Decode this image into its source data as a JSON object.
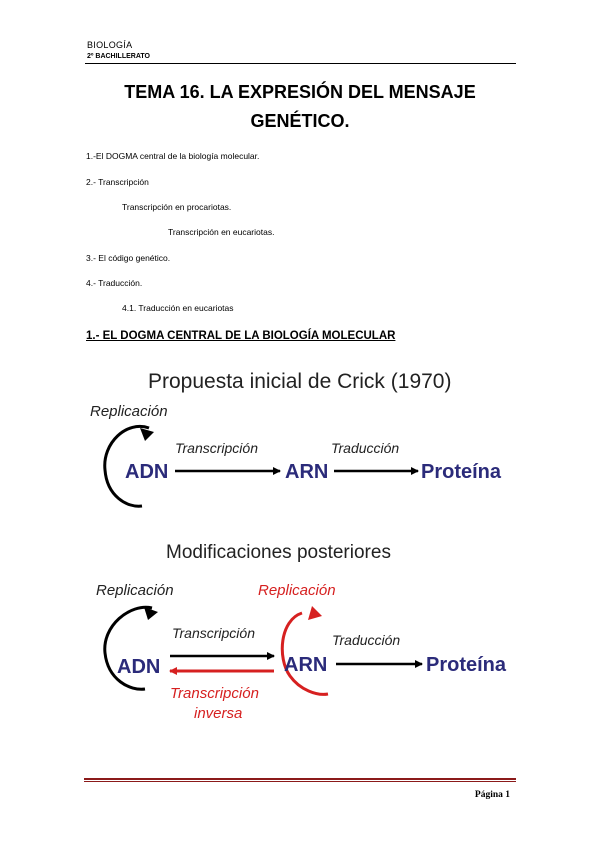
{
  "header": {
    "subject": "BIOLOGÍA",
    "course": "2º BACHILLERATO"
  },
  "title": {
    "line1": "TEMA 16. LA EXPRESIÓN DEL MENSAJE",
    "line2": "GENÉTICO."
  },
  "toc": [
    "1.-El DOGMA central de la biología molecular.",
    "2.- Transcripción",
    "Transcripción en procariotas.",
    "Transcripción en eucariotas.",
    "3.- El código genético.",
    "4.- Traducción.",
    "4.1. Traducción en eucariotas"
  ],
  "section1": {
    "heading": "1.- EL DOGMA CENTRAL DE LA BIOLOGÍA MOLECULAR"
  },
  "diagram": {
    "top": {
      "title": "Propuesta inicial de Crick (1970)",
      "replication": "Replicación",
      "transcription": "Transcripción",
      "translation": "Traducción",
      "dna": "ADN",
      "rna": "ARN",
      "protein": "Proteína"
    },
    "bottom": {
      "title": "Modificaciones posteriores",
      "replication_dna": "Replicación",
      "replication_rna": "Replicación",
      "transcription": "Transcripción",
      "reverse_line1": "Transcripción",
      "reverse_line2": "inversa",
      "translation": "Traducción",
      "dna": "ADN",
      "rna": "ARN",
      "protein": "Proteína"
    },
    "colors": {
      "molecule": "#2b2b7a",
      "red": "#d62020",
      "text": "#222222"
    }
  },
  "footer": {
    "page": "Página 1"
  }
}
